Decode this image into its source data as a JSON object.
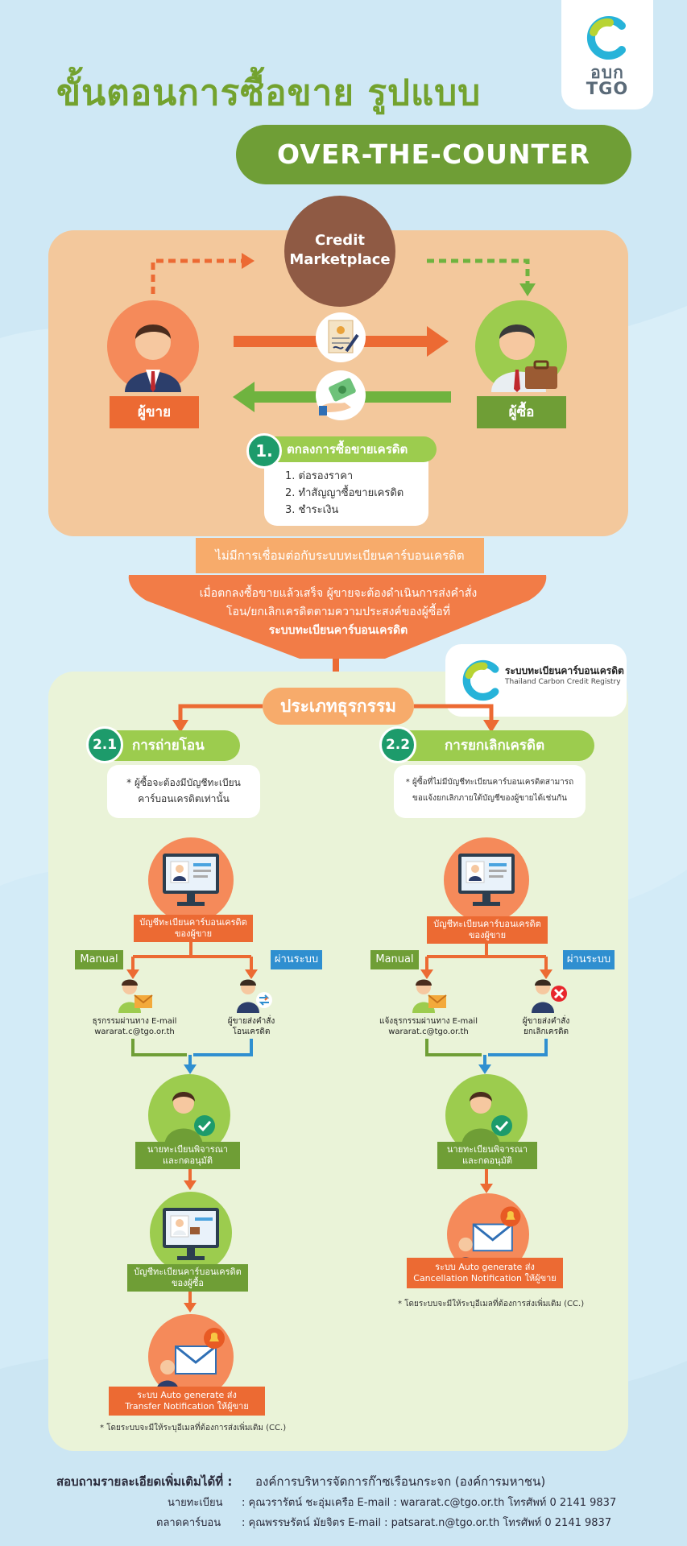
{
  "title": "ขั้นตอนการซื้อขาย รูปแบบ",
  "logo": {
    "line1": "อบก",
    "line2": "TGO"
  },
  "mode": "OVER-THE-COUNTER",
  "market": {
    "line1": "Credit",
    "line2": "Marketplace"
  },
  "seller_label": "ผู้ขาย",
  "buyer_label": "ผู้ซื้อ",
  "step1": {
    "number": "1.",
    "title": "ตกลงการซื้อขายเครดิต",
    "items": [
      "1. ต่อรองราคา",
      "2. ทำสัญญาซื้อขายเครดิต",
      "3. ชำระเงิน"
    ]
  },
  "no_link_text": "ไม่มีการเชื่อมต่อกับระบบทะเบียนคาร์บอนเครดิต",
  "after_deal": {
    "line1": "เมื่อตกลงซื้อขายแล้วเสร็จ ผู้ขายจะต้องดำเนินการส่งคำสั่ง",
    "line2": "โอน/ยกเลิกเครดิตตามความประสงค์ของผู้ซื้อที่",
    "line3": "ระบบทะเบียนคาร์บอนเครดิต"
  },
  "registry": {
    "th": "ระบบทะเบียนคาร์บอนเครดิต",
    "en": "Thailand Carbon Credit Registry"
  },
  "transaction_type": "ประเภทธุรกรรม",
  "transfer": {
    "number": "2.1",
    "title": "การถ่ายโอนเครดิต",
    "note_line1": "* ผู้ซื้อจะต้องมีบัญชีทะเบียน",
    "note_line2": "คาร์บอนเครดิตเท่านั้น",
    "seller_account_line1": "บัญชีทะเบียนคาร์บอนเครดิต",
    "seller_account_line2": "ของผู้ขาย",
    "manual": "Manual",
    "system": "ผ่านระบบ",
    "email_line1": "ธุรกรรมผ่านทาง E-mail",
    "email_line2": "wararat.c@tgo.or.th",
    "seller_cmd_line1": "ผู้ขายส่งคำสั่ง",
    "seller_cmd_line2": "โอนเครดิต",
    "approve_line1": "นายทะเบียนพิจารณา",
    "approve_line2": "และกดอนุมัติ",
    "buyer_account_line1": "บัญชีทะเบียนคาร์บอนเครดิต",
    "buyer_account_line2": "ของผู้ซื้อ",
    "notify_line1": "ระบบ Auto generate ส่ง",
    "notify_line2": "Transfer Notification ให้ผู้ขาย",
    "footnote": "* โดยระบบจะมีให้ระบุอีเมลที่ต้องการส่งเพิ่มเติม (CC.)"
  },
  "cancel": {
    "number": "2.2",
    "title": "การยกเลิกเครดิต",
    "note_line1": "* ผู้ซื้อที่ไม่มีบัญชีทะเบียนคาร์บอนเครดิตสามารถ",
    "note_line2": "ขอแจ้งยกเลิกภายใต้บัญชีของผู้ขายได้เช่นกัน",
    "seller_account_line1": "บัญชีทะเบียนคาร์บอนเครดิต",
    "seller_account_line2": "ของผู้ขาย",
    "manual": "Manual",
    "system": "ผ่านระบบ",
    "email_line1": "แจ้งธุรกรรมผ่านทาง E-mail",
    "email_line2": "wararat.c@tgo.or.th",
    "seller_cmd_line1": "ผู้ขายส่งคำสั่ง",
    "seller_cmd_line2": "ยกเลิกเครดิต",
    "approve_line1": "นายทะเบียนพิจารณา",
    "approve_line2": "และกดอนุมัติ",
    "notify_line1": "ระบบ Auto generate ส่ง",
    "notify_line2": "Cancellation Notification ให้ผู้ขาย",
    "footnote": "* โดยระบบจะมีให้ระบุอีเมลที่ต้องการส่งเพิ่มเติม (CC.)"
  },
  "footer": {
    "lead": "สอบถามรายละเอียดเพิ่มเติมได้ที่ :",
    "org": "องค์การบริหารจัดการก๊าซเรือนกระจก (องค์การมหาชน)",
    "row1_role": "นายทะเบียน",
    "row1_person": ":  คุณวรารัตน์  ชะอุ่มเครือ  E-mail :  wararat.c@tgo.or.th  โทรศัพท์ 0 2141 9837",
    "row2_role": "ตลาดคาร์บอน",
    "row2_person": ":  คุณพรรษรัตน์  มัยจิตร  E-mail :  patsarat.n@tgo.or.th  โทรศัพท์ 0 2141 9837"
  },
  "colors": {
    "green": "#6f9e36",
    "light_green": "#9ccc4e",
    "orange": "#ec6a33",
    "peach": "#f3c89c",
    "brown": "#8f5a44",
    "blue": "#2f8fd0"
  }
}
